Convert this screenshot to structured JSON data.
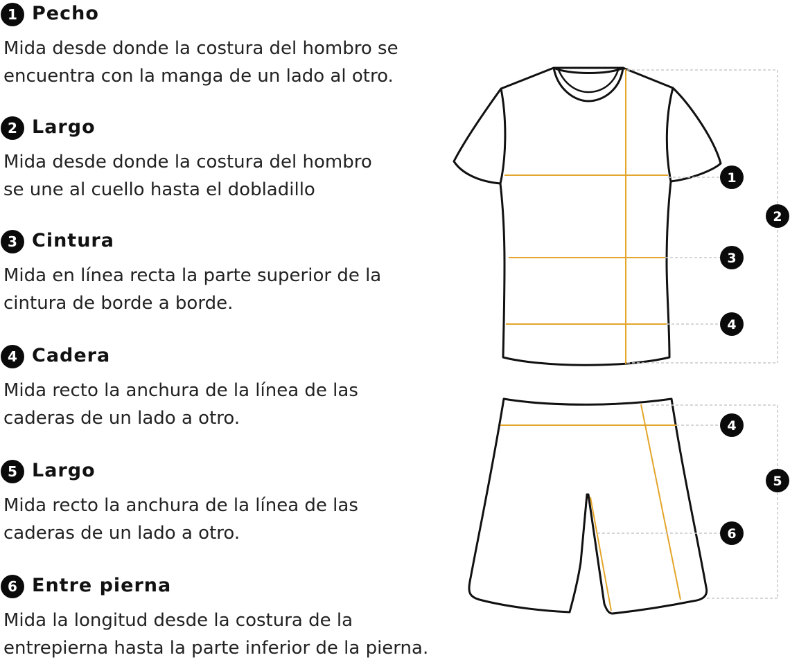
{
  "items": [
    {
      "number": "1",
      "title": "Pecho",
      "desc_lines": [
        "Mida desde donde la costura del hombro se",
        "encuentra con la manga de un lado al otro."
      ]
    },
    {
      "number": "2",
      "title": "Largo",
      "desc_lines": [
        "Mida desde donde la costura del hombro",
        "se une al cuello hasta el dobladillo"
      ]
    },
    {
      "number": "3",
      "title": "Cintura",
      "desc_lines": [
        "Mida en línea recta la parte superior de la",
        "cintura de borde a borde."
      ]
    },
    {
      "number": "4",
      "title": "Cadera",
      "desc_lines": [
        "Mida recto la anchura de la línea de las",
        "caderas de un lado a otro."
      ]
    },
    {
      "number": "5",
      "title": "Largo",
      "desc_lines": [
        "Mida recto la anchura de la línea de las",
        "caderas de un lado a otro."
      ]
    },
    {
      "number": "6",
      "title": "Entre pierna",
      "desc_lines": [
        "Mida la longitud desde la costura de la",
        "entrepierna hasta la parte inferior de la pierna."
      ]
    }
  ],
  "diagram": {
    "shirt_markers": [
      "1",
      "2",
      "3",
      "4"
    ],
    "shorts_markers": [
      "4",
      "5",
      "6"
    ]
  },
  "colors": {
    "measure_line": "#e3a52b",
    "guide_line": "#c8c8c8",
    "outline": "#111111",
    "badge": "#0a0a0a",
    "text": "#222222"
  }
}
